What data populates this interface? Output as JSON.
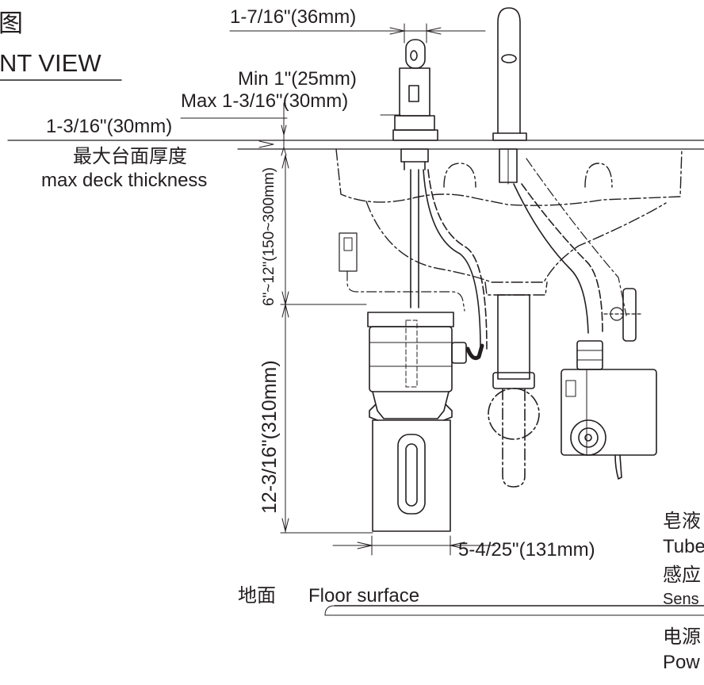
{
  "title": {
    "chinese_partial": "图",
    "english_partial": "NT VIEW"
  },
  "dimensions": {
    "spout_width": "1-7/16\"(36mm)",
    "deck_min": "Min 1\"(25mm)",
    "deck_max": "Max 1-3/16\"(30mm)",
    "deck_max_thickness": "1-3/16\"(30mm)",
    "deck_thickness_cn": "最大台面厚度",
    "deck_thickness_en": "max deck thickness",
    "tube_range": "6\"~12\"(150~300mm)",
    "body_height": "12-3/16\"(310mm)",
    "tank_width": "5-4/25\"(131mm)"
  },
  "floor": {
    "cn": "地面",
    "en": "Floor surface"
  },
  "legend": [
    {
      "cn": "皂液",
      "en": "Tube"
    },
    {
      "cn": "感应",
      "en": "Sens"
    },
    {
      "cn": "电源",
      "en": "Pow"
    }
  ],
  "colors": {
    "line": "#231f20",
    "background": "#ffffff"
  }
}
